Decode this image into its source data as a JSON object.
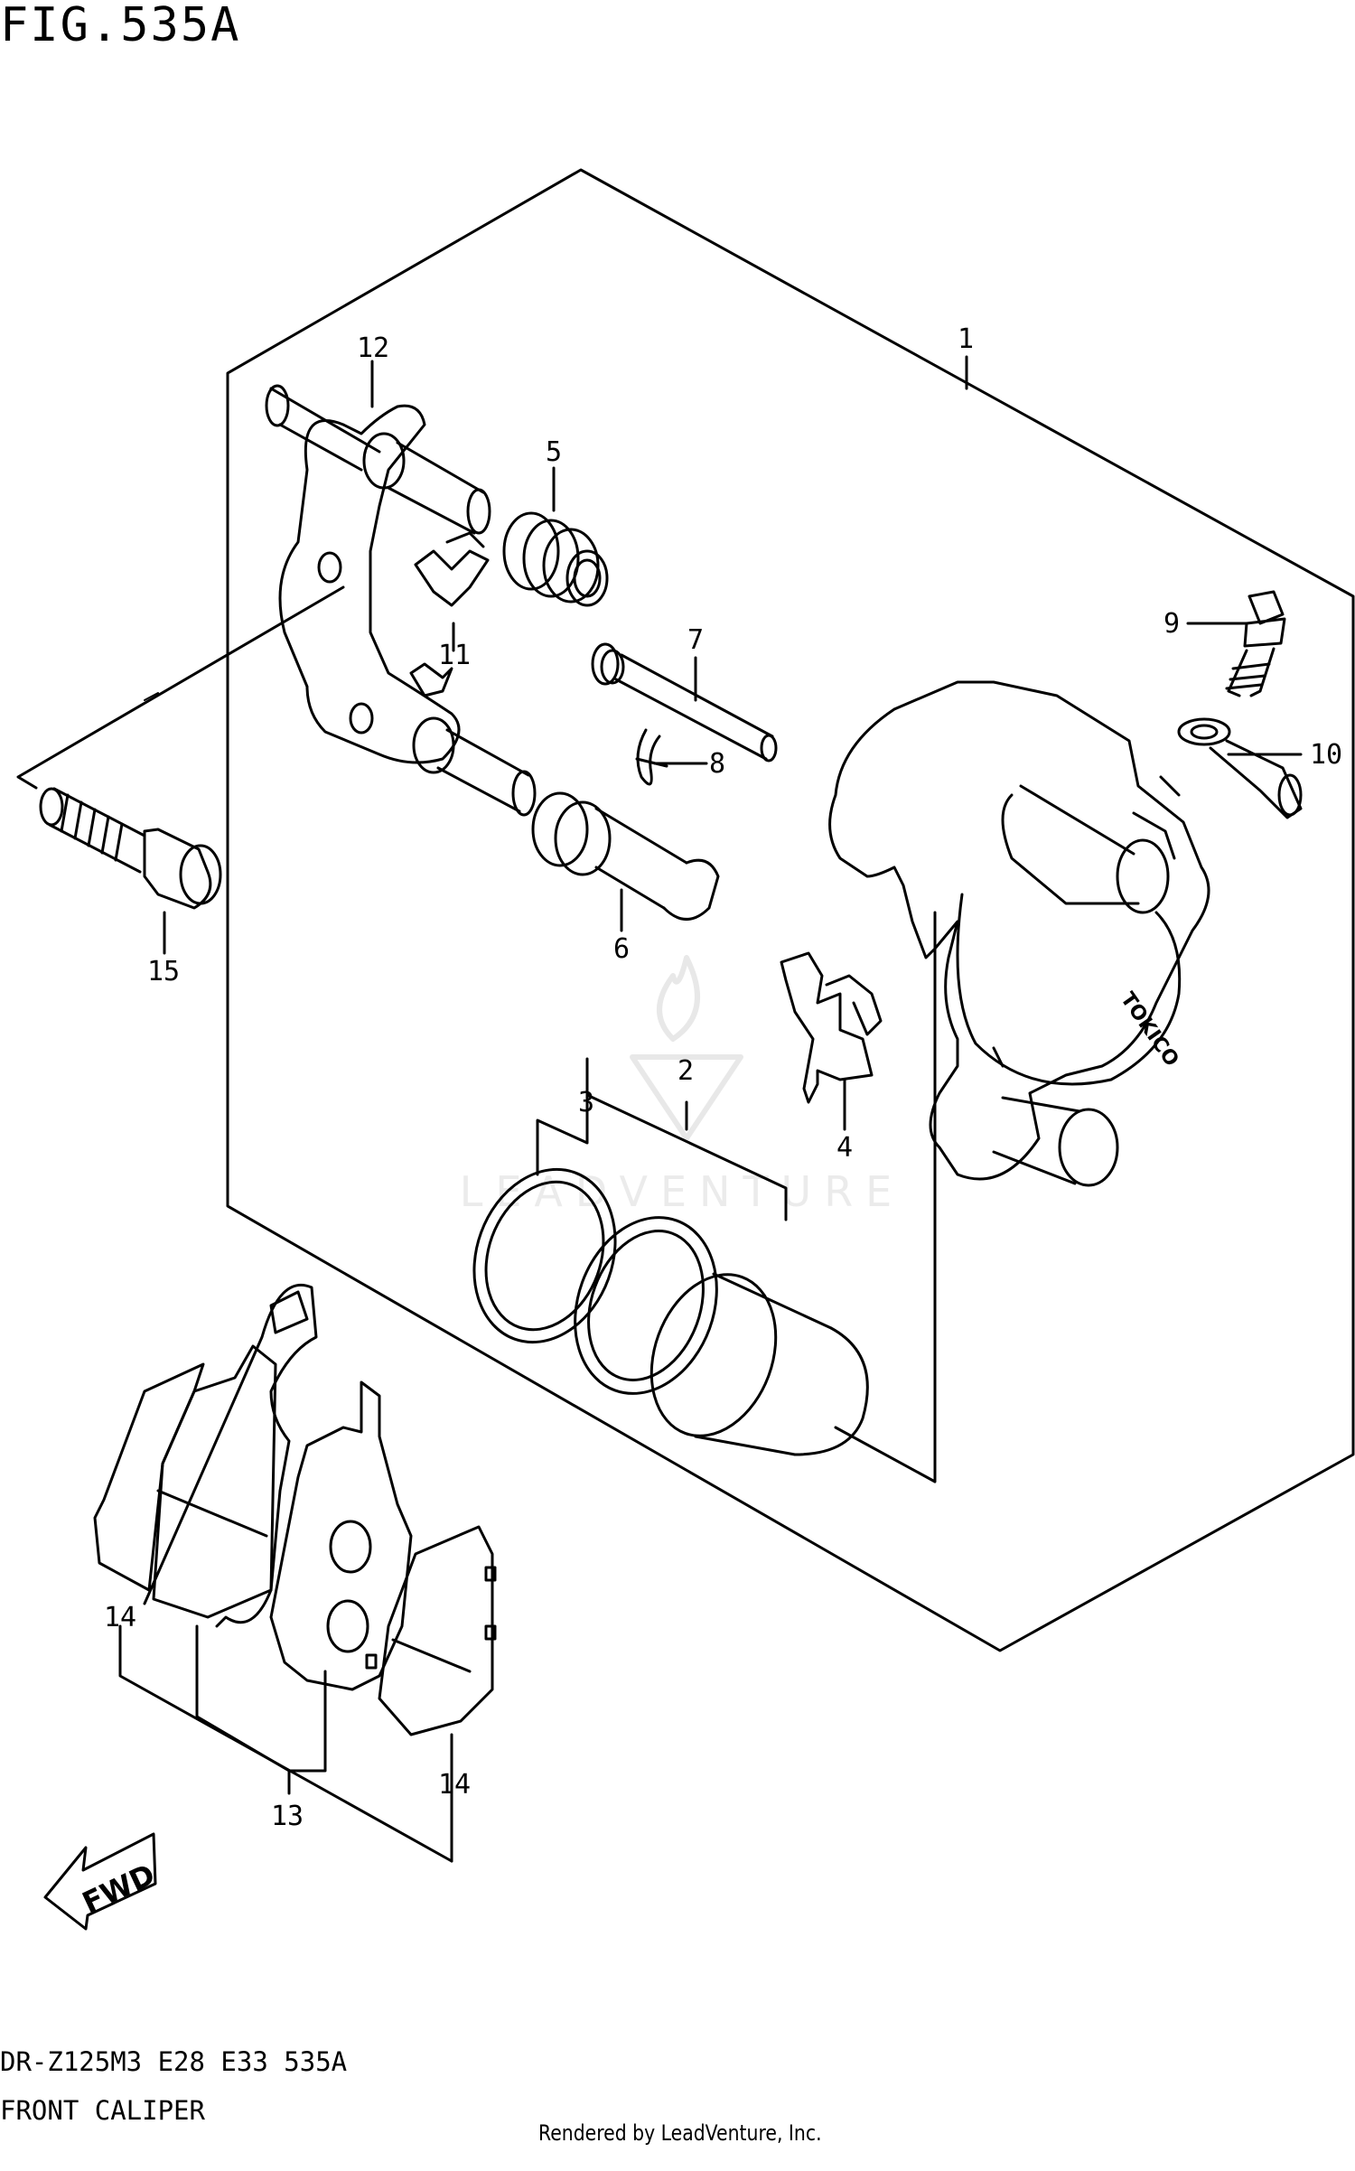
{
  "figure": {
    "title": "FIG.535A",
    "model_line": "DR-Z125M3 E28 E33 535A",
    "caption": "FRONT CALIPER",
    "rendered_by": "Rendered by LeadVenture, Inc.",
    "watermark": "LEADVENTURE"
  },
  "callouts": [
    {
      "id": "1",
      "label": "1"
    },
    {
      "id": "2",
      "label": "2"
    },
    {
      "id": "3",
      "label": "3"
    },
    {
      "id": "4",
      "label": "4"
    },
    {
      "id": "5",
      "label": "5"
    },
    {
      "id": "6",
      "label": "6"
    },
    {
      "id": "7",
      "label": "7"
    },
    {
      "id": "8",
      "label": "8"
    },
    {
      "id": "9",
      "label": "9"
    },
    {
      "id": "10",
      "label": "10"
    },
    {
      "id": "11",
      "label": "11"
    },
    {
      "id": "12",
      "label": "12"
    },
    {
      "id": "13",
      "label": "13"
    },
    {
      "id": "14a",
      "label": "14"
    },
    {
      "id": "14b",
      "label": "14"
    },
    {
      "id": "15",
      "label": "15"
    }
  ],
  "fwd_label": "FWD",
  "caliper_brand": "TOKICO",
  "colors": {
    "line": "#000000",
    "background": "#ffffff",
    "watermark": "#e6e6e6"
  }
}
